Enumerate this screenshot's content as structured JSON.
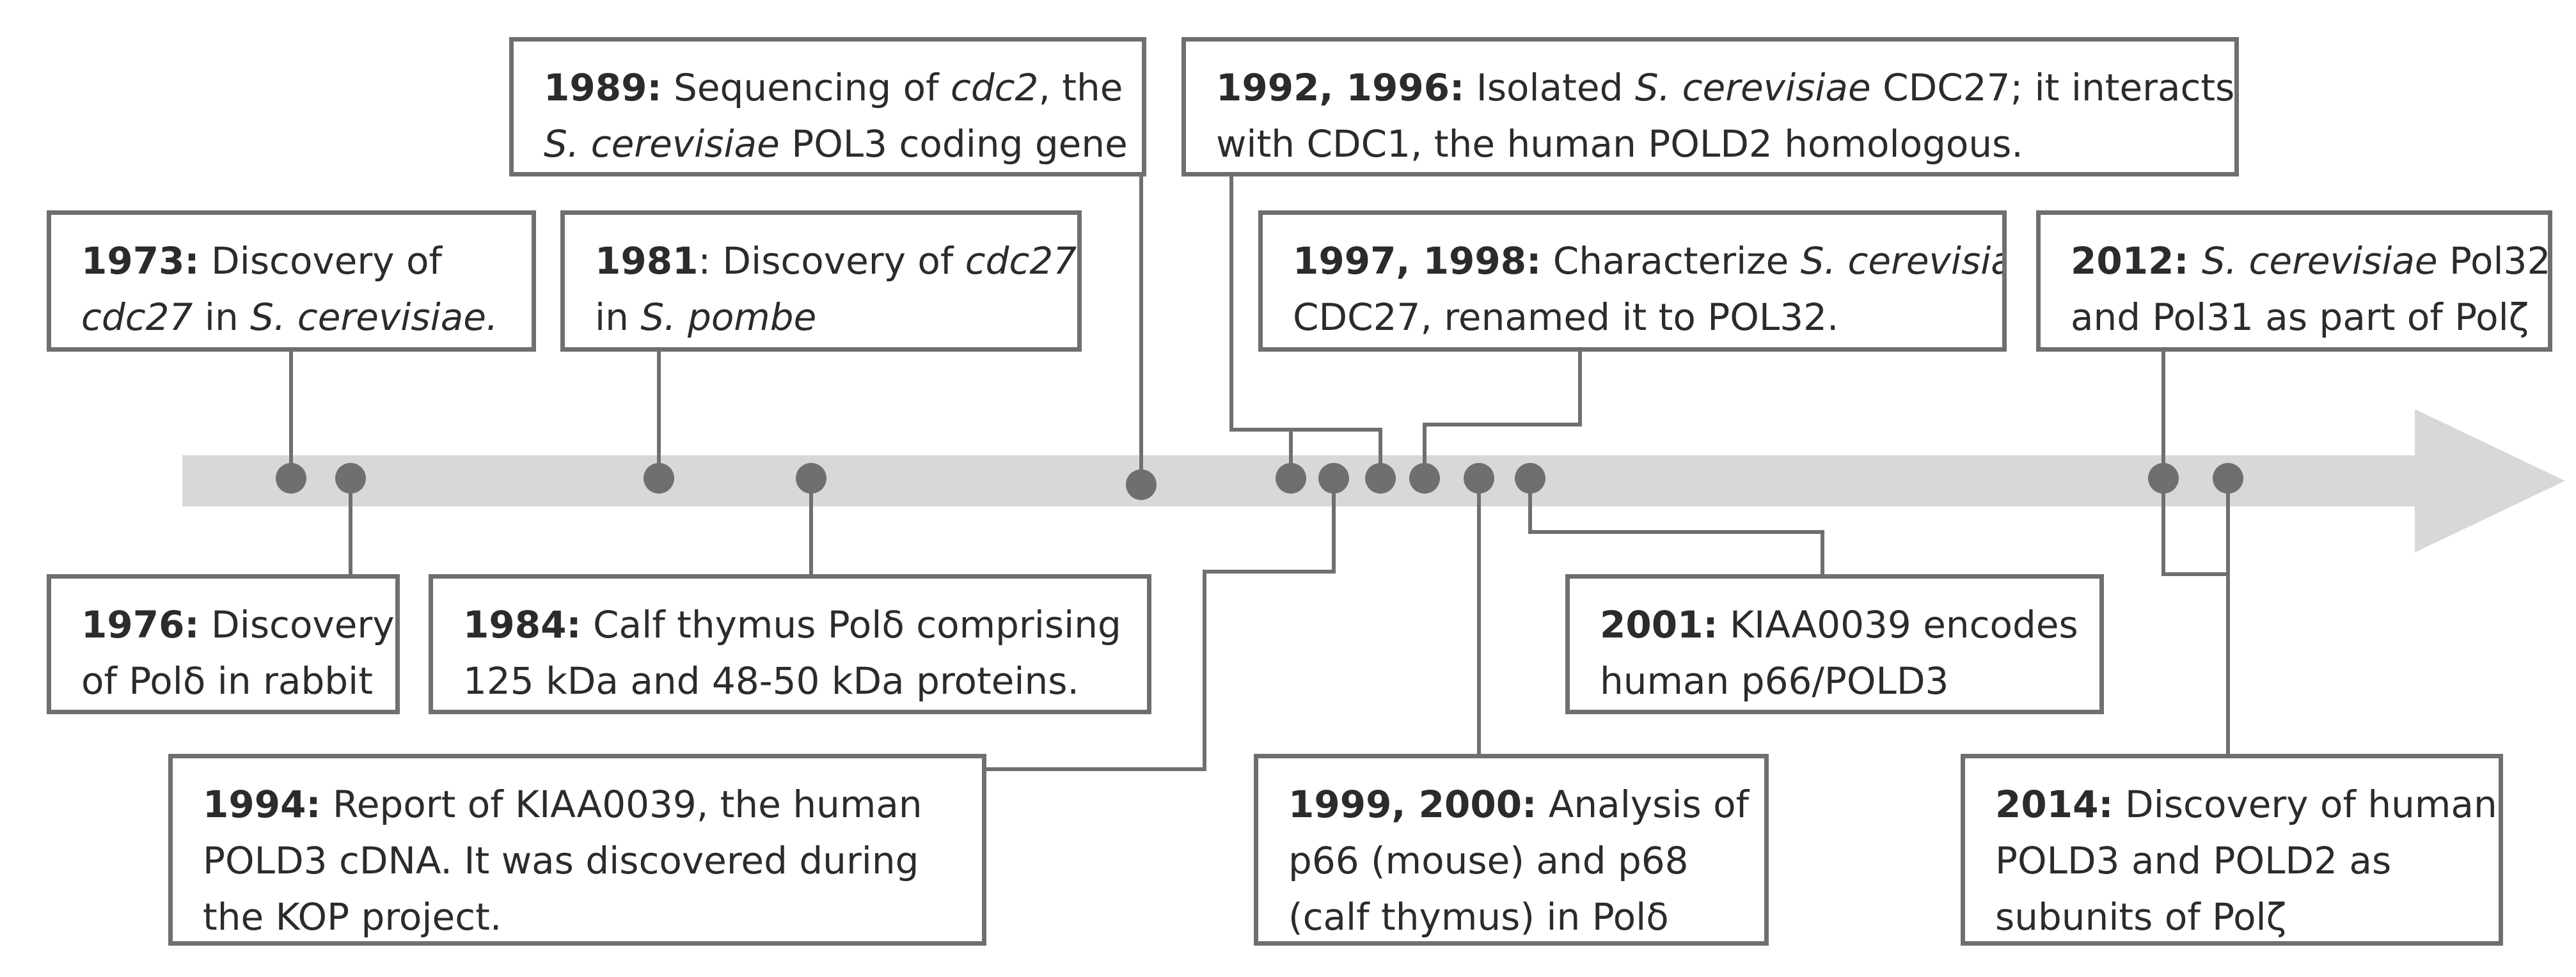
{
  "colors": {
    "arrow": "#d8d8d8",
    "border": "#6f6f6f",
    "connector": "#6f6f6f",
    "dot": "#6f6f6f",
    "text": "#2b2b2b"
  },
  "events": [
    {
      "id": "1973",
      "lines": [
        [
          {
            "t": "1973:",
            "s": "b"
          },
          {
            "t": " Discovery of"
          }
        ],
        [
          {
            "t": "cdc27",
            "s": "i"
          },
          {
            "t": " in "
          },
          {
            "t": "S. cerevisiae.",
            "s": "i"
          }
        ]
      ]
    },
    {
      "id": "1976",
      "lines": [
        [
          {
            "t": "1976:",
            "s": "b"
          },
          {
            "t": " Discovery"
          }
        ],
        [
          {
            "t": "of Polδ in rabbit"
          }
        ]
      ]
    },
    {
      "id": "1981",
      "lines": [
        [
          {
            "t": "1981",
            "s": "b"
          },
          {
            "t": ": Discovery of "
          },
          {
            "t": "cdc27",
            "s": "i"
          }
        ],
        [
          {
            "t": "in "
          },
          {
            "t": "S. pombe",
            "s": "i"
          }
        ]
      ]
    },
    {
      "id": "1984",
      "lines": [
        [
          {
            "t": "1984:",
            "s": "b"
          },
          {
            "t": " Calf thymus Polδ comprising"
          }
        ],
        [
          {
            "t": "125 kDa and 48-50 kDa proteins."
          }
        ]
      ]
    },
    {
      "id": "1989",
      "lines": [
        [
          {
            "t": "1989:",
            "s": "b"
          },
          {
            "t": " Sequencing of "
          },
          {
            "t": "cdc2",
            "s": "i"
          },
          {
            "t": ", the"
          }
        ],
        [
          {
            "t": "S. cerevisiae",
            "s": "i"
          },
          {
            "t": " POL3 coding gene"
          }
        ]
      ]
    },
    {
      "id": "1992",
      "lines": [
        [
          {
            "t": "1992, 1996:",
            "s": "b"
          },
          {
            "t": " Isolated "
          },
          {
            "t": "S. cerevisiae",
            "s": "i"
          },
          {
            "t": " CDC27; it interacts"
          }
        ],
        [
          {
            "t": "with CDC1, the human POLD2 homologous."
          }
        ]
      ]
    },
    {
      "id": "1994",
      "lines": [
        [
          {
            "t": "1994:",
            "s": "b"
          },
          {
            "t": " Report of KIAA0039, the human"
          }
        ],
        [
          {
            "t": "POLD3 cDNA. It was discovered during"
          }
        ],
        [
          {
            "t": "the KOP project."
          }
        ]
      ]
    },
    {
      "id": "1997",
      "lines": [
        [
          {
            "t": "1997, 1998:",
            "s": "b"
          },
          {
            "t": " Characterize "
          },
          {
            "t": "S. cerevisiae",
            "s": "i"
          }
        ],
        [
          {
            "t": "CDC27, renamed it to  POL32."
          }
        ]
      ]
    },
    {
      "id": "1999",
      "lines": [
        [
          {
            "t": "1999, 2000:",
            "s": "b"
          },
          {
            "t": " Analysis of"
          }
        ],
        [
          {
            "t": "p66 (mouse) and p68"
          }
        ],
        [
          {
            "t": "(calf thymus) in Polδ"
          }
        ]
      ]
    },
    {
      "id": "2001",
      "lines": [
        [
          {
            "t": "2001:",
            "s": "b"
          },
          {
            "t": " KIAA0039 encodes"
          }
        ],
        [
          {
            "t": "human p66/POLD3"
          }
        ]
      ]
    },
    {
      "id": "2012",
      "lines": [
        [
          {
            "t": "2012: ",
            "s": "b"
          },
          {
            "t": "S. cerevisiae",
            "s": "i"
          },
          {
            "t": " Pol32"
          }
        ],
        [
          {
            "t": "and Pol31 as part of Polζ"
          }
        ]
      ]
    },
    {
      "id": "2014",
      "lines": [
        [
          {
            "t": "2014:",
            "s": "b"
          },
          {
            "t": " Discovery of human"
          }
        ],
        [
          {
            "t": "POLD3 and POLD2 as"
          }
        ],
        [
          {
            "t": "subunits of Polζ"
          }
        ]
      ]
    }
  ]
}
